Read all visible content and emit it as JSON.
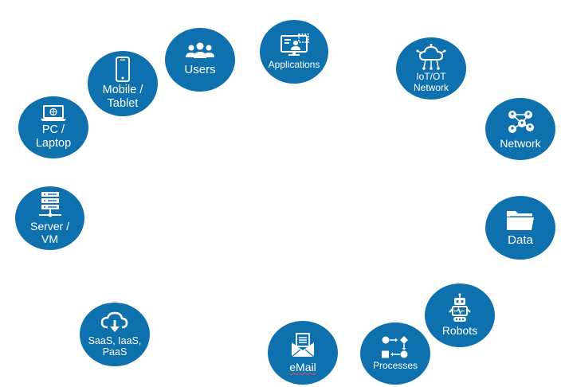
{
  "nodes": {
    "users": {
      "label": "Users",
      "icon": "users-icon"
    },
    "applications": {
      "label": "Applications",
      "icon": "application-window-icon"
    },
    "mobile": {
      "line1": "Mobile /",
      "line2": "Tablet",
      "icon": "smartphone-icon"
    },
    "iot": {
      "line1": "IoT/OT",
      "line2": "Network",
      "icon": "cloud-network-icon"
    },
    "pc": {
      "line1": "PC /",
      "line2": "Laptop",
      "icon": "laptop-icon"
    },
    "network": {
      "label": "Network",
      "icon": "network-nodes-icon"
    },
    "server": {
      "line1": "Server /",
      "line2": "VM",
      "icon": "server-icon"
    },
    "data": {
      "label": "Data",
      "icon": "folder-icon"
    },
    "robots": {
      "label": "Robots",
      "icon": "robot-icon"
    },
    "saas": {
      "line1": "SaaS, IaaS,",
      "line2": "PaaS",
      "icon": "cloud-download-icon"
    },
    "email": {
      "label": "eMail",
      "icon": "envelope-icon"
    },
    "processes": {
      "label": "Processes",
      "icon": "process-flow-icon"
    }
  },
  "colors": {
    "node_fill": "#0e71ad",
    "text": "#ffffff"
  }
}
